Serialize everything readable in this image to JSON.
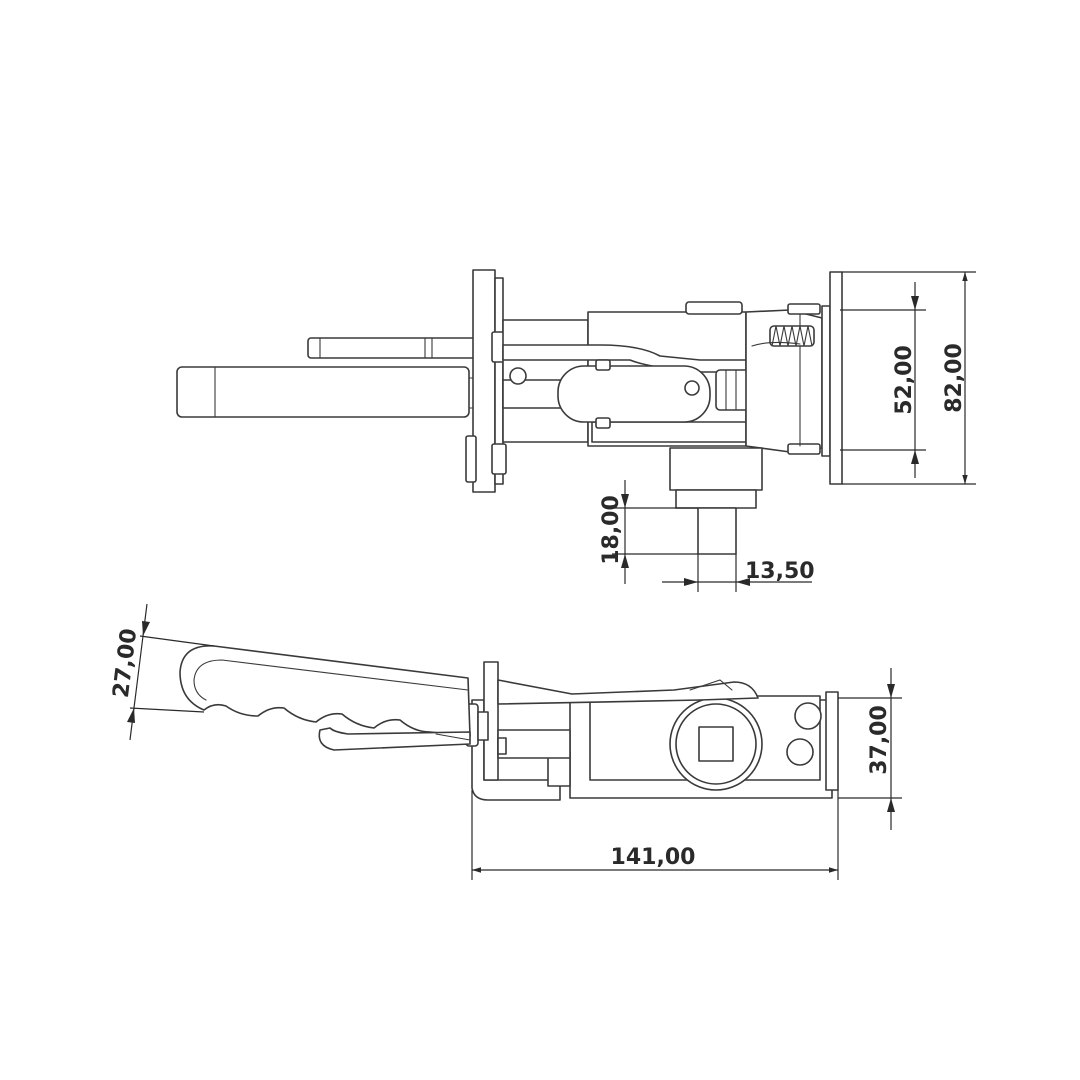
{
  "colors": {
    "line": "#3a3a3a",
    "dimension": "#2a2a2a",
    "background": "#ffffff"
  },
  "dimensions": {
    "inner_height": "52,00",
    "outer_height": "82,00",
    "pin_length": "18,00",
    "pin_width": "13,50",
    "handle_width": "27,00",
    "body_height": "37,00",
    "overall_length": "141,00"
  }
}
